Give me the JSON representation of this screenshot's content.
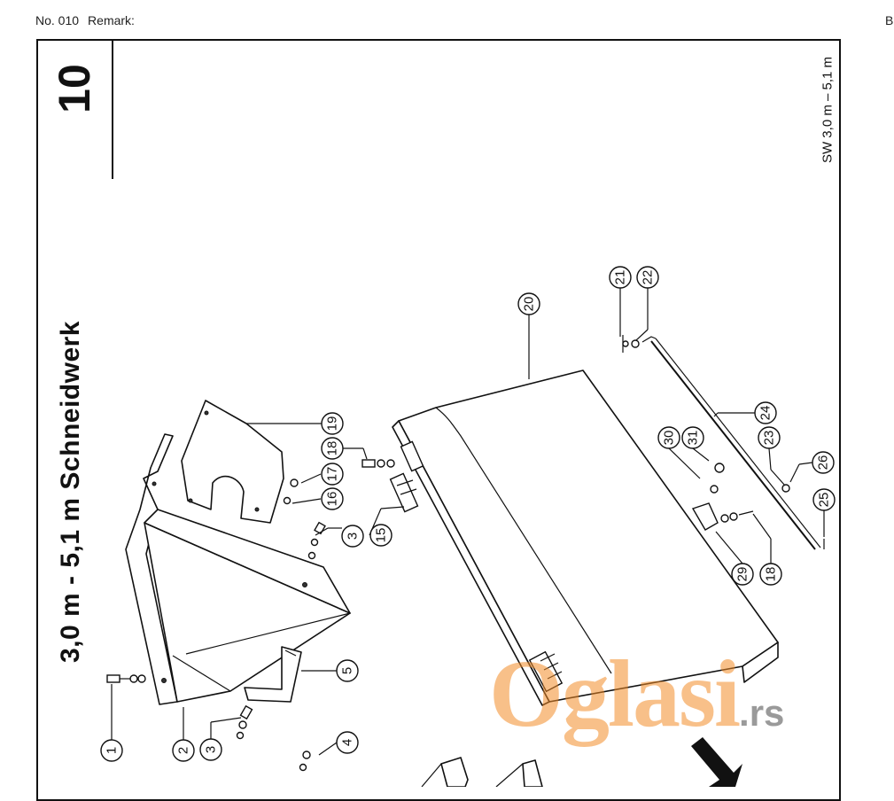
{
  "header": {
    "doc_no": "No. 010",
    "remark": "Remark:",
    "corner": "B"
  },
  "sheet": {
    "page_number": "10",
    "title": "3,0 m  -  5,1 m  Schneidwerk",
    "side_code": "SW 3,0 m – 5,1 m"
  },
  "callouts": [
    "1",
    "2",
    "3",
    "3",
    "4",
    "5",
    "15",
    "16",
    "17",
    "18",
    "18",
    "19",
    "20",
    "21",
    "22",
    "23",
    "24",
    "25",
    "26",
    "29",
    "30",
    "31"
  ],
  "watermark": {
    "brand": "Oglasi",
    "tld": ".rs"
  },
  "colors": {
    "line": "#111111",
    "watermark_orange": "#f28c28",
    "watermark_gray": "#787878"
  }
}
